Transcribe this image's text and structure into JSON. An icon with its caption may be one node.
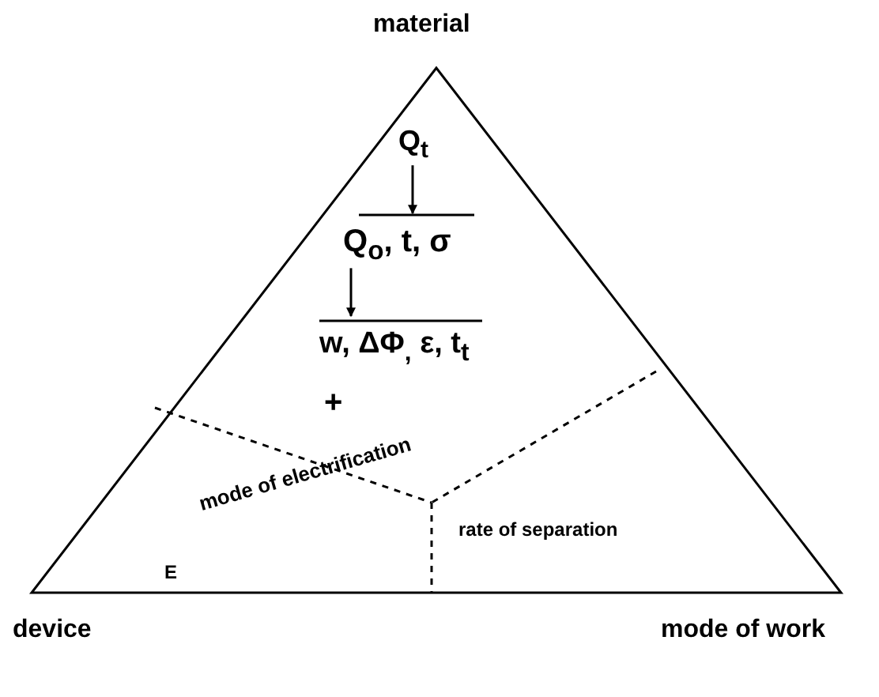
{
  "diagram": {
    "nodes": [
      {
        "text": [
          "Q$_{t}$"
        ]
      },
      {
        "text": [
          "Q$_{o}$, t, σ"
        ]
      },
      {
        "text": [
          "w, ΔΦ$_{,}$ ε, t$_{t}$"
        ]
      }
    ],
    "edges": [
      {
        "from": 0,
        "to": 1,
        "arrow": "to"
      },
      {
        "from": 1,
        "to": 2,
        "arrow": "to"
      }
    ],
    "labels": [
      "material",
      "+",
      "mode of electrification",
      "rate of separation",
      "E",
      "device",
      "mode of work"
    ]
  }
}
